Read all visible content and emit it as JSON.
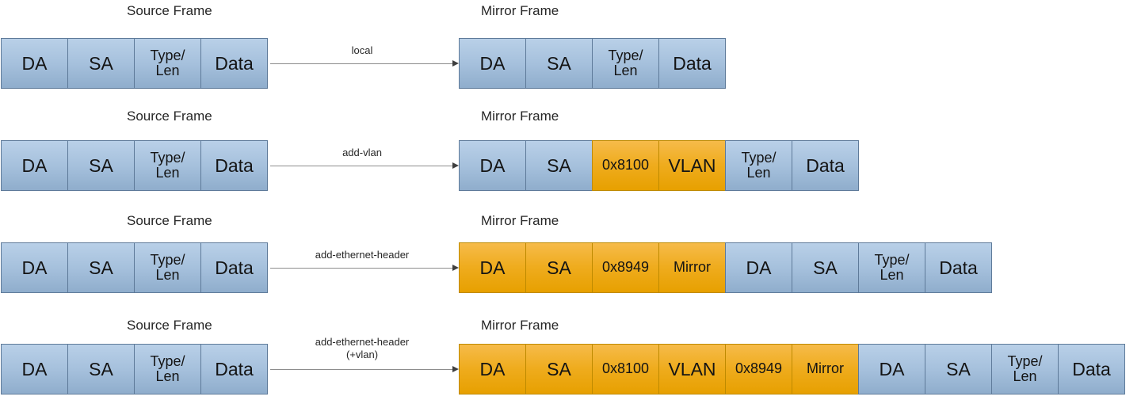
{
  "palette": {
    "blue_top": "#B9D0E8",
    "blue_mid": "#A5C0DC",
    "blue_bottom": "#8FADCC",
    "blue_border": "#5E7A99",
    "orange_top": "#F6BB4A",
    "orange_mid": "#EFAC1E",
    "orange_bottom": "#E7A000",
    "orange_border": "#BE8A00",
    "arrow_line": "#8C8C8C",
    "arrow_head": "#3F3F3F",
    "text": "#1F1F1F"
  },
  "rows": [
    {
      "source_title": "Source Frame",
      "mirror_title": "Mirror Frame",
      "arrow_label": "local",
      "source_cells": [
        {
          "text": "DA",
          "color": "blue",
          "size": "big"
        },
        {
          "text": "SA",
          "color": "blue",
          "size": "big"
        },
        {
          "text": "Type/\nLen",
          "color": "blue",
          "size": "small"
        },
        {
          "text": "Data",
          "color": "blue",
          "size": "big"
        }
      ],
      "mirror_cells": [
        {
          "text": "DA",
          "color": "blue",
          "size": "big"
        },
        {
          "text": "SA",
          "color": "blue",
          "size": "big"
        },
        {
          "text": "Type/\nLen",
          "color": "blue",
          "size": "small"
        },
        {
          "text": "Data",
          "color": "blue",
          "size": "big"
        }
      ]
    },
    {
      "source_title": "Source Frame",
      "mirror_title": "Mirror Frame",
      "arrow_label": "add-vlan",
      "source_cells": [
        {
          "text": "DA",
          "color": "blue",
          "size": "big"
        },
        {
          "text": "SA",
          "color": "blue",
          "size": "big"
        },
        {
          "text": "Type/\nLen",
          "color": "blue",
          "size": "small"
        },
        {
          "text": "Data",
          "color": "blue",
          "size": "big"
        }
      ],
      "mirror_cells": [
        {
          "text": "DA",
          "color": "blue",
          "size": "big"
        },
        {
          "text": "SA",
          "color": "blue",
          "size": "big"
        },
        {
          "text": "0x8100",
          "color": "orange",
          "size": "small"
        },
        {
          "text": "VLAN",
          "color": "orange",
          "size": "big"
        },
        {
          "text": "Type/\nLen",
          "color": "blue",
          "size": "small"
        },
        {
          "text": "Data",
          "color": "blue",
          "size": "big"
        }
      ]
    },
    {
      "source_title": "Source Frame",
      "mirror_title": "Mirror Frame",
      "arrow_label": "add-ethernet-header",
      "source_cells": [
        {
          "text": "DA",
          "color": "blue",
          "size": "big"
        },
        {
          "text": "SA",
          "color": "blue",
          "size": "big"
        },
        {
          "text": "Type/\nLen",
          "color": "blue",
          "size": "small"
        },
        {
          "text": "Data",
          "color": "blue",
          "size": "big"
        }
      ],
      "mirror_cells": [
        {
          "text": "DA",
          "color": "orange",
          "size": "big"
        },
        {
          "text": "SA",
          "color": "orange",
          "size": "big"
        },
        {
          "text": "0x8949",
          "color": "orange",
          "size": "small"
        },
        {
          "text": "Mirror",
          "color": "orange",
          "size": "small"
        },
        {
          "text": "DA",
          "color": "blue",
          "size": "big"
        },
        {
          "text": "SA",
          "color": "blue",
          "size": "big"
        },
        {
          "text": "Type/\nLen",
          "color": "blue",
          "size": "small"
        },
        {
          "text": "Data",
          "color": "blue",
          "size": "big"
        }
      ]
    },
    {
      "source_title": "Source Frame",
      "mirror_title": "Mirror Frame",
      "arrow_label": "add-ethernet-header\n(+vlan)",
      "source_cells": [
        {
          "text": "DA",
          "color": "blue",
          "size": "big"
        },
        {
          "text": "SA",
          "color": "blue",
          "size": "big"
        },
        {
          "text": "Type/\nLen",
          "color": "blue",
          "size": "small"
        },
        {
          "text": "Data",
          "color": "blue",
          "size": "big"
        }
      ],
      "mirror_cells": [
        {
          "text": "DA",
          "color": "orange",
          "size": "big"
        },
        {
          "text": "SA",
          "color": "orange",
          "size": "big"
        },
        {
          "text": "0x8100",
          "color": "orange",
          "size": "small"
        },
        {
          "text": "VLAN",
          "color": "orange",
          "size": "big"
        },
        {
          "text": "0x8949",
          "color": "orange",
          "size": "small"
        },
        {
          "text": "Mirror",
          "color": "orange",
          "size": "small"
        },
        {
          "text": "DA",
          "color": "blue",
          "size": "big"
        },
        {
          "text": "SA",
          "color": "blue",
          "size": "big"
        },
        {
          "text": "Type/\nLen",
          "color": "blue",
          "size": "small"
        },
        {
          "text": "Data",
          "color": "blue",
          "size": "big"
        }
      ]
    }
  ]
}
